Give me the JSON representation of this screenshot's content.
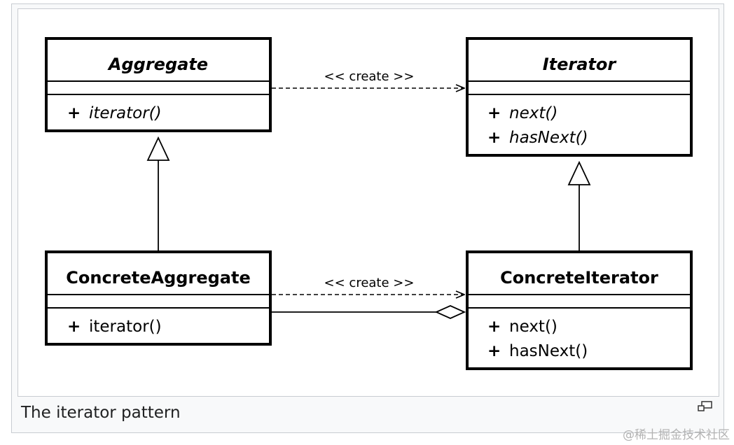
{
  "diagram": {
    "classes": {
      "aggregate": {
        "name": "Aggregate",
        "abstract": true,
        "visibility": [
          "+"
        ],
        "operations": [
          "iterator()"
        ]
      },
      "iterator": {
        "name": "Iterator",
        "abstract": true,
        "visibility": [
          "+",
          "+"
        ],
        "operations": [
          "next()",
          "hasNext()"
        ]
      },
      "concrete_aggregate": {
        "name": "ConcreteAggregate",
        "abstract": false,
        "visibility": [
          "+"
        ],
        "operations": [
          "iterator()"
        ]
      },
      "concrete_iterator": {
        "name": "ConcreteIterator",
        "abstract": false,
        "visibility": [
          "+",
          "+"
        ],
        "operations": [
          "next()",
          "hasNext()"
        ]
      }
    },
    "relations": {
      "create_top": "<< create >>",
      "create_bottom": "<< create >>"
    }
  },
  "caption": "The iterator pattern",
  "watermark": "@稀土掘金技术社区",
  "icons": {
    "enlarge": "enlarge-icon"
  }
}
